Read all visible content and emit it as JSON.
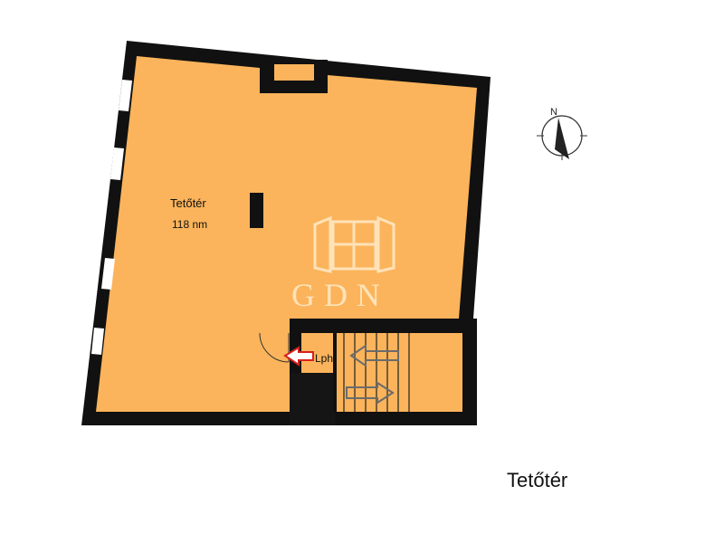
{
  "plan": {
    "room_name": "Tetőtér",
    "room_area": "118 nm",
    "stair_label": "Lph",
    "watermark_text": "GDN",
    "floor_title": "Tetőtér"
  },
  "compass": {
    "north_label": "N",
    "icon": "north-arrow-compass-icon"
  },
  "colors": {
    "floor_fill": "#fbb45b",
    "wall": "#111111",
    "stair_hole": "#151515",
    "watermark": "#ffe2b8",
    "entry_arrow": "#d62020"
  }
}
